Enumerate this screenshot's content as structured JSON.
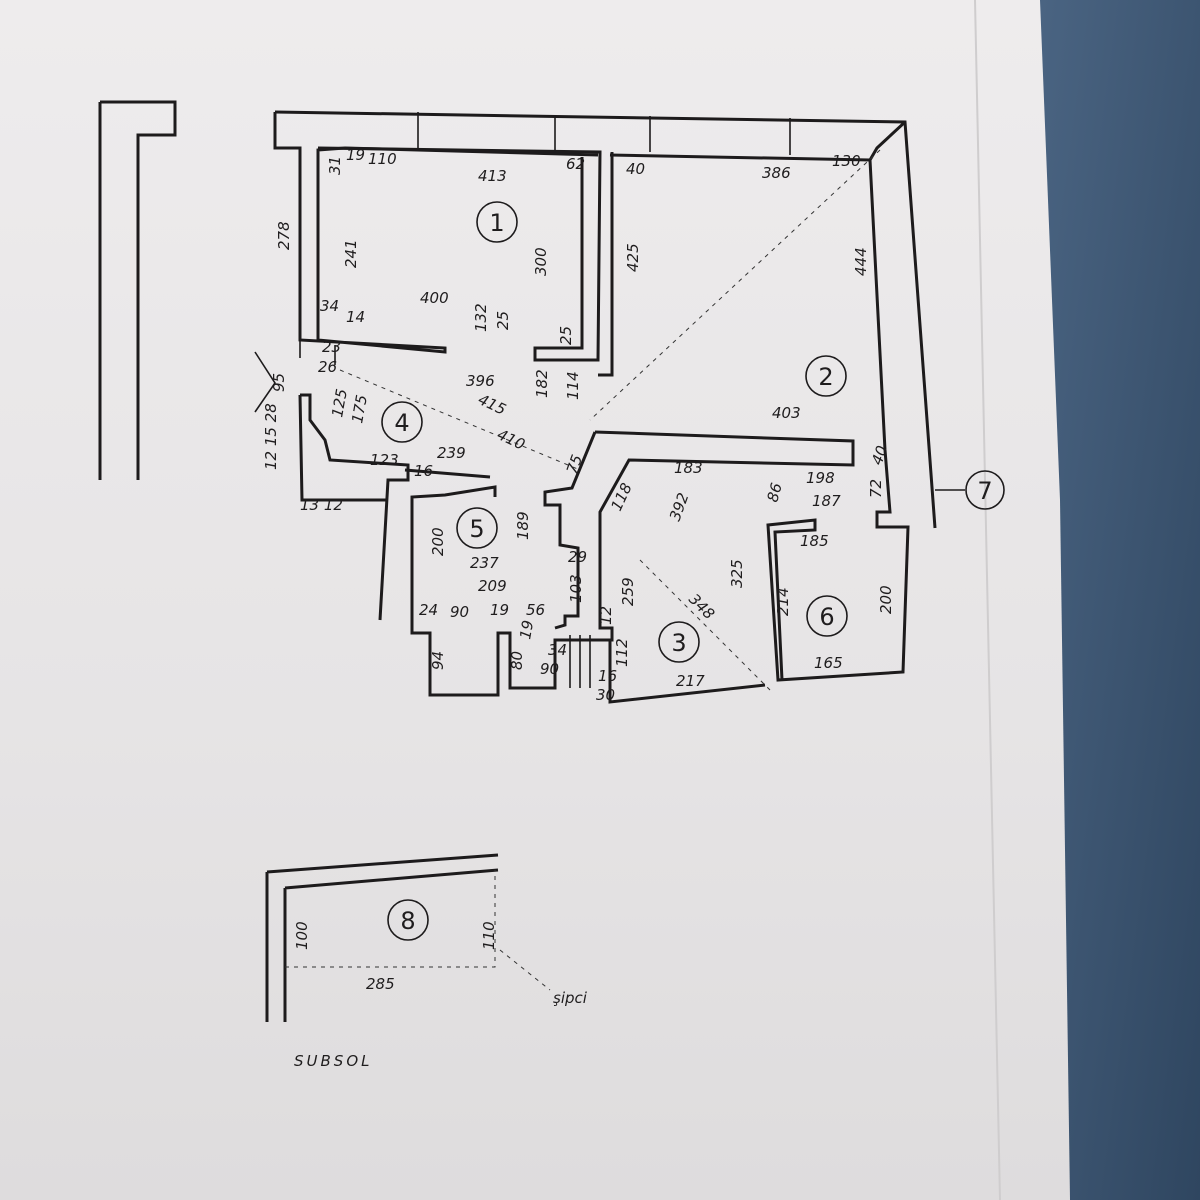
{
  "rooms": {
    "r1": "1",
    "r2": "2",
    "r3": "3",
    "r4": "4",
    "r5": "5",
    "r6": "6",
    "r7": "7",
    "r8": "8"
  },
  "dims": {
    "room1": [
      "110",
      "413",
      "62",
      "31",
      "19",
      "278",
      "241",
      "300",
      "400",
      "34",
      "14",
      "132",
      "25",
      "25"
    ],
    "room2": [
      "40",
      "386",
      "130",
      "425",
      "444",
      "403"
    ],
    "hall": [
      "23",
      "26",
      "95",
      "396",
      "182",
      "114",
      "415",
      "410",
      "125",
      "175",
      "239",
      "123",
      "16",
      "75",
      "12 15 28",
      "13 12"
    ],
    "room5": [
      "200",
      "189",
      "237",
      "209",
      "29",
      "103",
      "24",
      "90",
      "19",
      "56",
      "19",
      "94",
      "80",
      "34",
      "90",
      "16",
      "30",
      "112",
      "12"
    ],
    "room3": [
      "183",
      "118",
      "392",
      "259",
      "348",
      "325",
      "217"
    ],
    "room6": [
      "198",
      "86",
      "187",
      "185",
      "214",
      "200",
      "165",
      "72",
      "40"
    ],
    "room8": [
      "100",
      "110",
      "285"
    ]
  },
  "annotations": {
    "slats": "şipci",
    "basement": "SUBSOL"
  },
  "colors": {
    "paper": "#e7e5e6",
    "ink": "#1d1b1c",
    "fabric": "#3f5773"
  }
}
